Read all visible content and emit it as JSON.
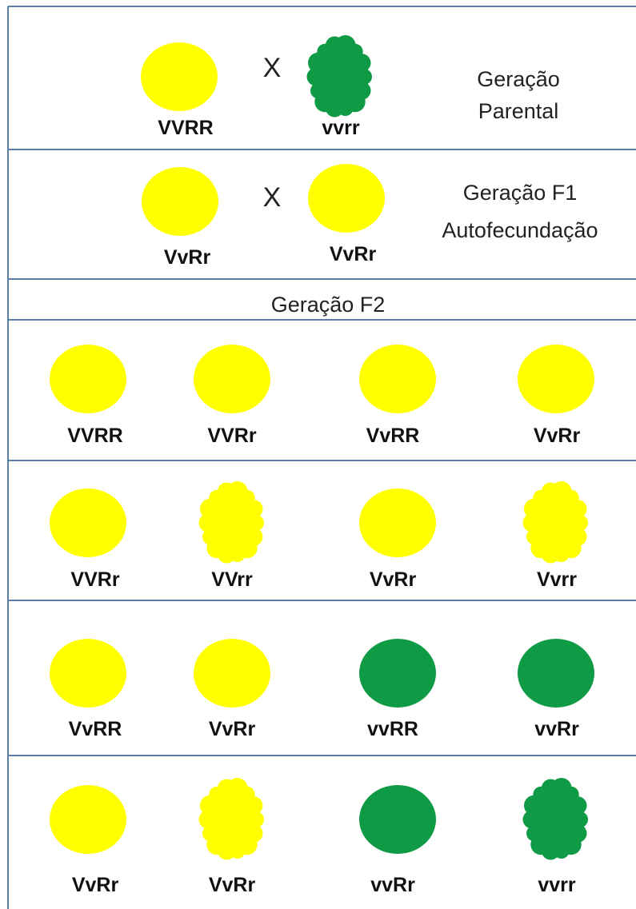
{
  "colors": {
    "yellow": "#ffff00",
    "green": "#0f9b45",
    "border": "#5b7fa6"
  },
  "parental": {
    "label_line1": "Geração",
    "label_line2": "Parental",
    "cross": "X",
    "seeds": [
      {
        "genotype": "VVRR",
        "color": "yellow",
        "shape": "smooth"
      },
      {
        "genotype": "vvrr",
        "color": "green",
        "shape": "wrinkled"
      }
    ]
  },
  "f1": {
    "label_line1": "Geração F1",
    "label_line2": "Autofecundação",
    "cross": "X",
    "seeds": [
      {
        "genotype": "VvRr",
        "color": "yellow",
        "shape": "smooth"
      },
      {
        "genotype": "VvRr",
        "color": "yellow",
        "shape": "smooth"
      }
    ]
  },
  "f2": {
    "title": "Geração F2",
    "rows": [
      [
        {
          "genotype": "VVRR",
          "color": "yellow",
          "shape": "smooth"
        },
        {
          "genotype": "VVRr",
          "color": "yellow",
          "shape": "smooth"
        },
        {
          "genotype": "VvRR",
          "color": "yellow",
          "shape": "smooth"
        },
        {
          "genotype": "VvRr",
          "color": "yellow",
          "shape": "smooth"
        }
      ],
      [
        {
          "genotype": "VVRr",
          "color": "yellow",
          "shape": "smooth"
        },
        {
          "genotype": "VVrr",
          "color": "yellow",
          "shape": "wrinkled"
        },
        {
          "genotype": "VvRr",
          "color": "yellow",
          "shape": "smooth"
        },
        {
          "genotype": "Vvrr",
          "color": "yellow",
          "shape": "wrinkled"
        }
      ],
      [
        {
          "genotype": "VvRR",
          "color": "yellow",
          "shape": "smooth"
        },
        {
          "genotype": "VvRr",
          "color": "yellow",
          "shape": "smooth"
        },
        {
          "genotype": "vvRR",
          "color": "green",
          "shape": "smooth"
        },
        {
          "genotype": "vvRr",
          "color": "green",
          "shape": "smooth"
        }
      ],
      [
        {
          "genotype": "VvRr",
          "color": "yellow",
          "shape": "smooth"
        },
        {
          "genotype": "VvRr",
          "color": "yellow",
          "shape": "wrinkled"
        },
        {
          "genotype": "vvRr",
          "color": "green",
          "shape": "smooth"
        },
        {
          "genotype": "vvrr",
          "color": "green",
          "shape": "wrinkled"
        }
      ]
    ]
  }
}
